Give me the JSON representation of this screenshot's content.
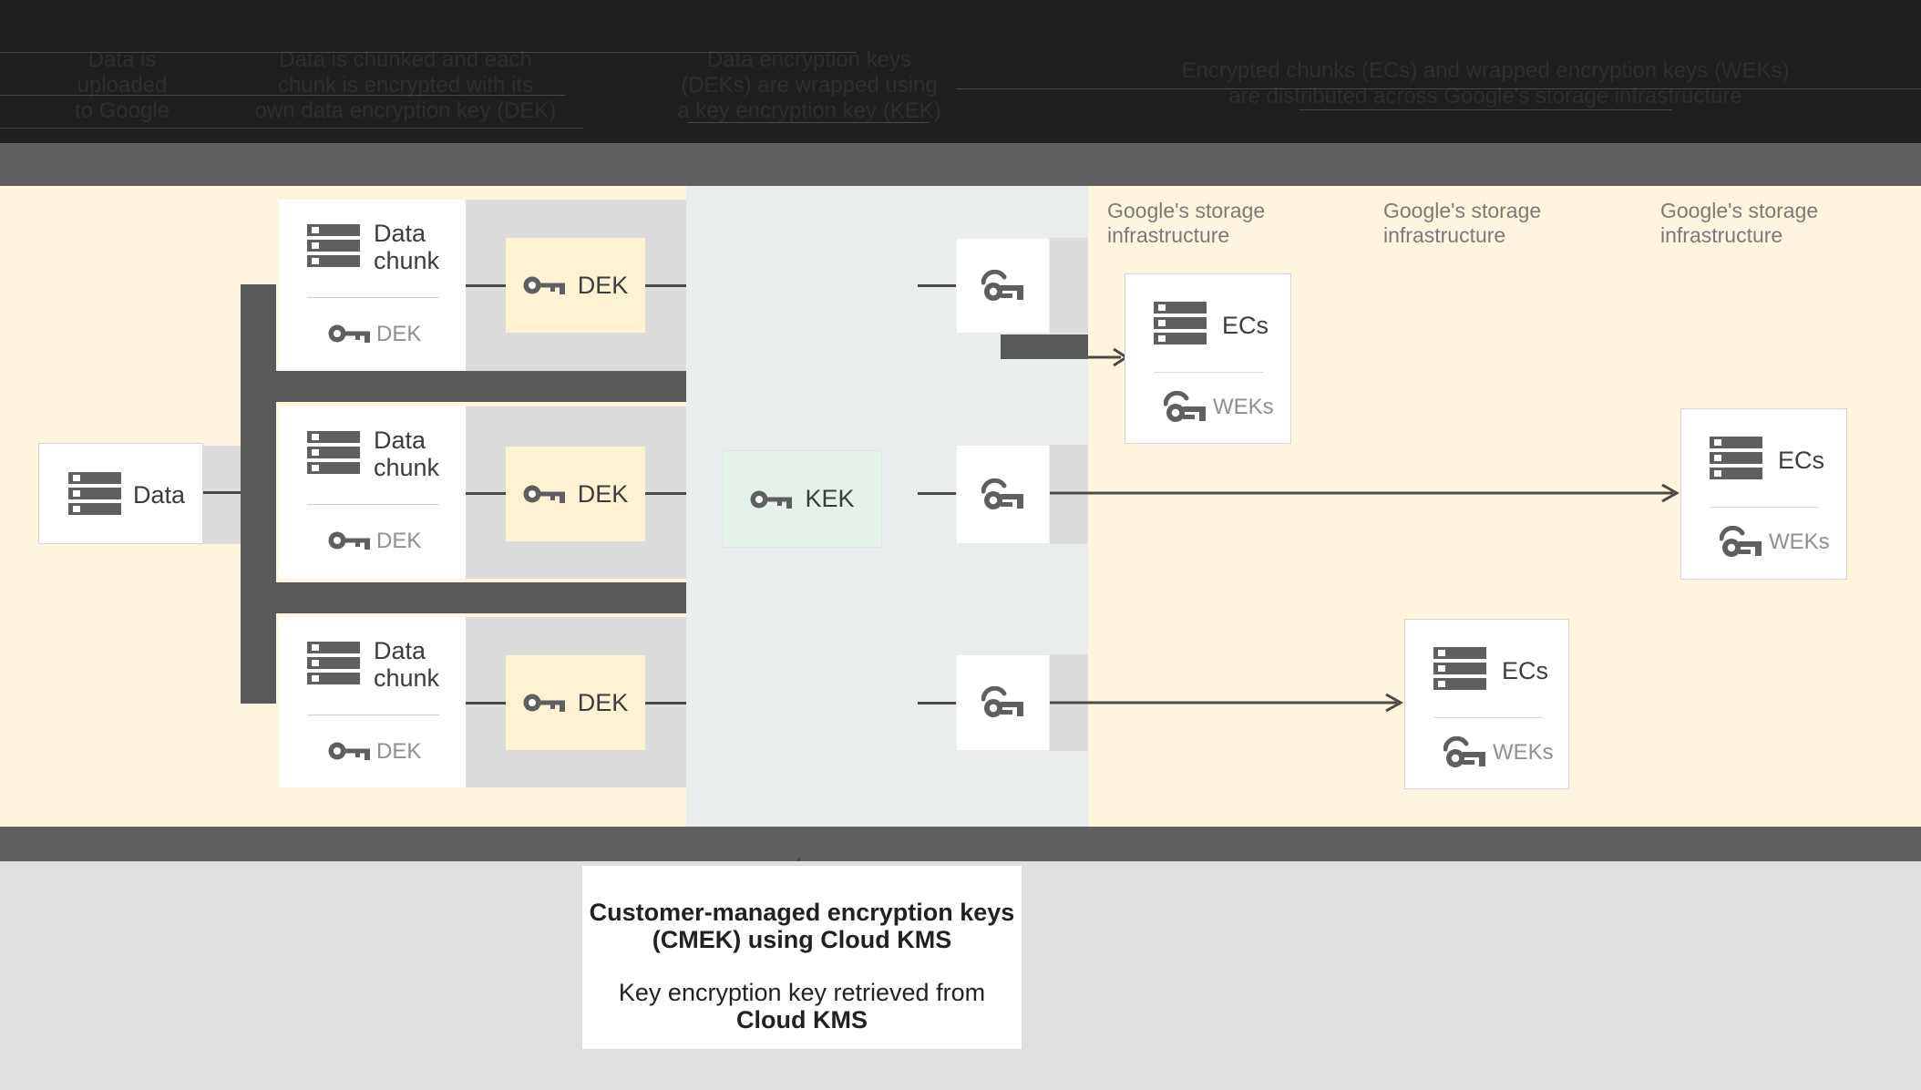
{
  "header": {
    "columns": [
      {
        "lines": [
          "Data is",
          "uploaded",
          "to Google"
        ]
      },
      {
        "lines": [
          "Data is chunked and each",
          "chunk is encrypted with its",
          "own data encryption key (DEK)"
        ]
      },
      {
        "lines": [
          "Data encryption keys",
          "(DEKs) are wrapped using",
          "a key encryption key (KEK)"
        ]
      },
      {
        "lines": [
          "Encrypted chunks (ECs) and wrapped encryption keys (WEKs)",
          "are distributed across Google's storage infrastructure"
        ]
      }
    ]
  },
  "diagram": {
    "data_box_label": "Data",
    "chunk_box": {
      "title": "Data chunk",
      "key_label": "DEK"
    },
    "dek_label": "DEK",
    "kek_label": "KEK",
    "storage_label": {
      "line1": "Google's storage",
      "line2": "infrastructure"
    },
    "ec_box": {
      "title": "ECs",
      "key_label": "WEKs"
    }
  },
  "caption": {
    "title_line1": "Customer-managed encryption keys",
    "title_line2": "(CMEK) using Cloud KMS",
    "body_line1": "Key encryption key retrieved from",
    "body_line2": "Cloud KMS"
  },
  "icons": {
    "stack": "stack-icon",
    "key_solid": "key-icon",
    "key_wrapped": "wrapped-key-icon",
    "arrow": "arrow-right-icon"
  },
  "colors": {
    "header_bg": "#1e1e1e",
    "header_text": "#2e2e2e",
    "band": "#606060",
    "cream": "#fdf5dd",
    "mid_panel": "#e9eded",
    "row_band": "#dcdcdc",
    "dek_box": "#fdf2d2",
    "kek_box": "#e6f1ea",
    "dark_connector": "#575a59",
    "icon_gray": "#5d5f61",
    "muted_text": "#8f8f8f",
    "storage_label_text": "#7a7a7a",
    "footer_bg": "#dfdfdf",
    "caption_text": "#212121"
  }
}
